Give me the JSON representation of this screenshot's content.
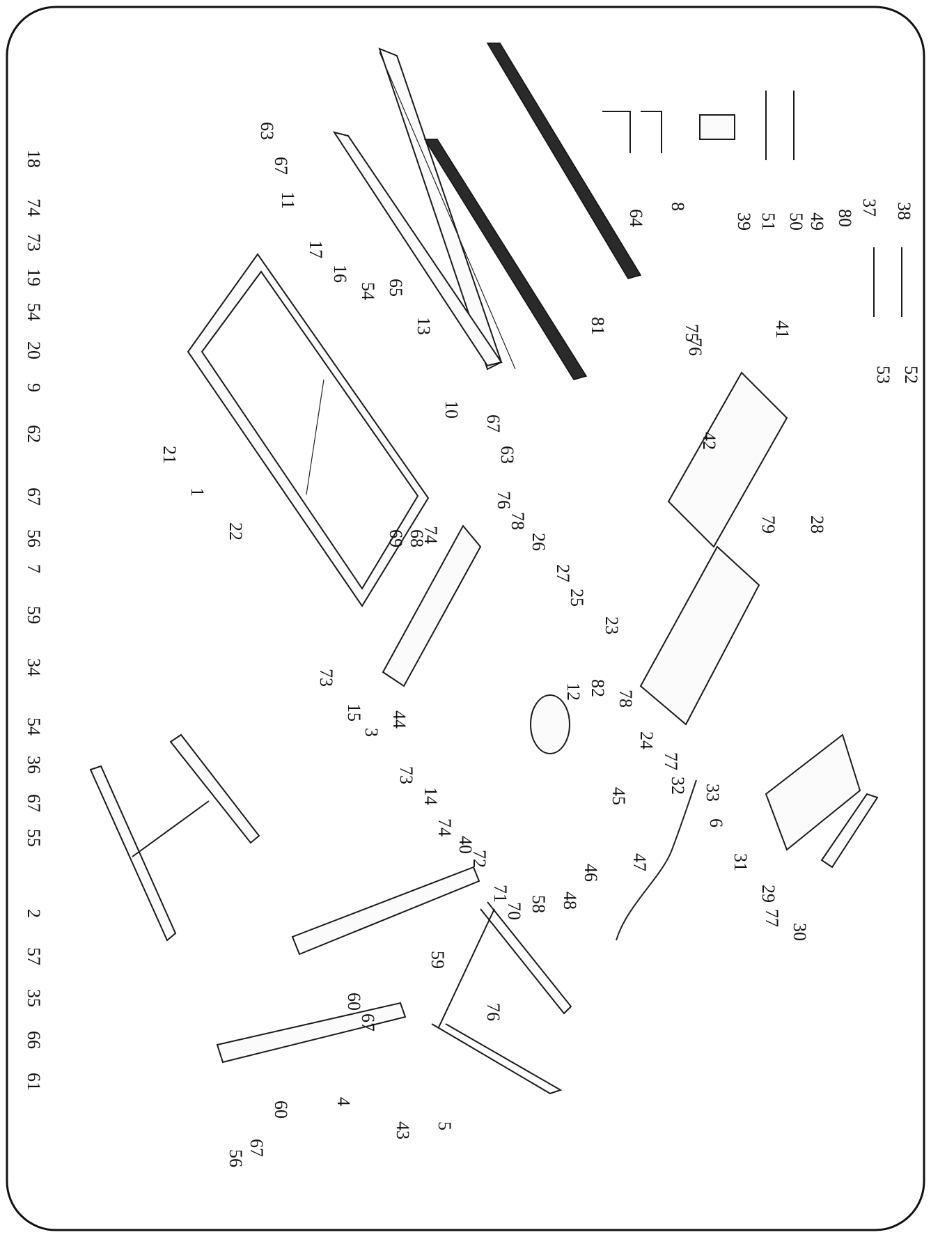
{
  "diagram": {
    "labels": [
      "18",
      "74",
      "73",
      "19",
      "54",
      "20",
      "9",
      "62",
      "67",
      "56",
      "7",
      "59",
      "34",
      "54",
      "36",
      "67",
      "55",
      "2",
      "57",
      "35",
      "66",
      "61",
      "63",
      "67",
      "11",
      "17",
      "16",
      "54",
      "65",
      "13",
      "10",
      "67",
      "63",
      "21",
      "1",
      "22",
      "64",
      "8",
      "39",
      "51",
      "50",
      "49",
      "80",
      "37",
      "38",
      "81",
      "75",
      "76",
      "41",
      "42",
      "76",
      "78",
      "26",
      "27",
      "25",
      "23",
      "79",
      "28",
      "52",
      "53",
      "69",
      "68",
      "74",
      "73",
      "15",
      "44",
      "12",
      "82",
      "78",
      "24",
      "77",
      "32",
      "33",
      "6",
      "31",
      "29",
      "77",
      "30",
      "73",
      "14",
      "74",
      "40",
      "72",
      "71",
      "70",
      "58",
      "48",
      "46",
      "47",
      "45",
      "3",
      "59",
      "60",
      "67",
      "76",
      "4",
      "60",
      "67",
      "56",
      "43",
      "5"
    ]
  }
}
